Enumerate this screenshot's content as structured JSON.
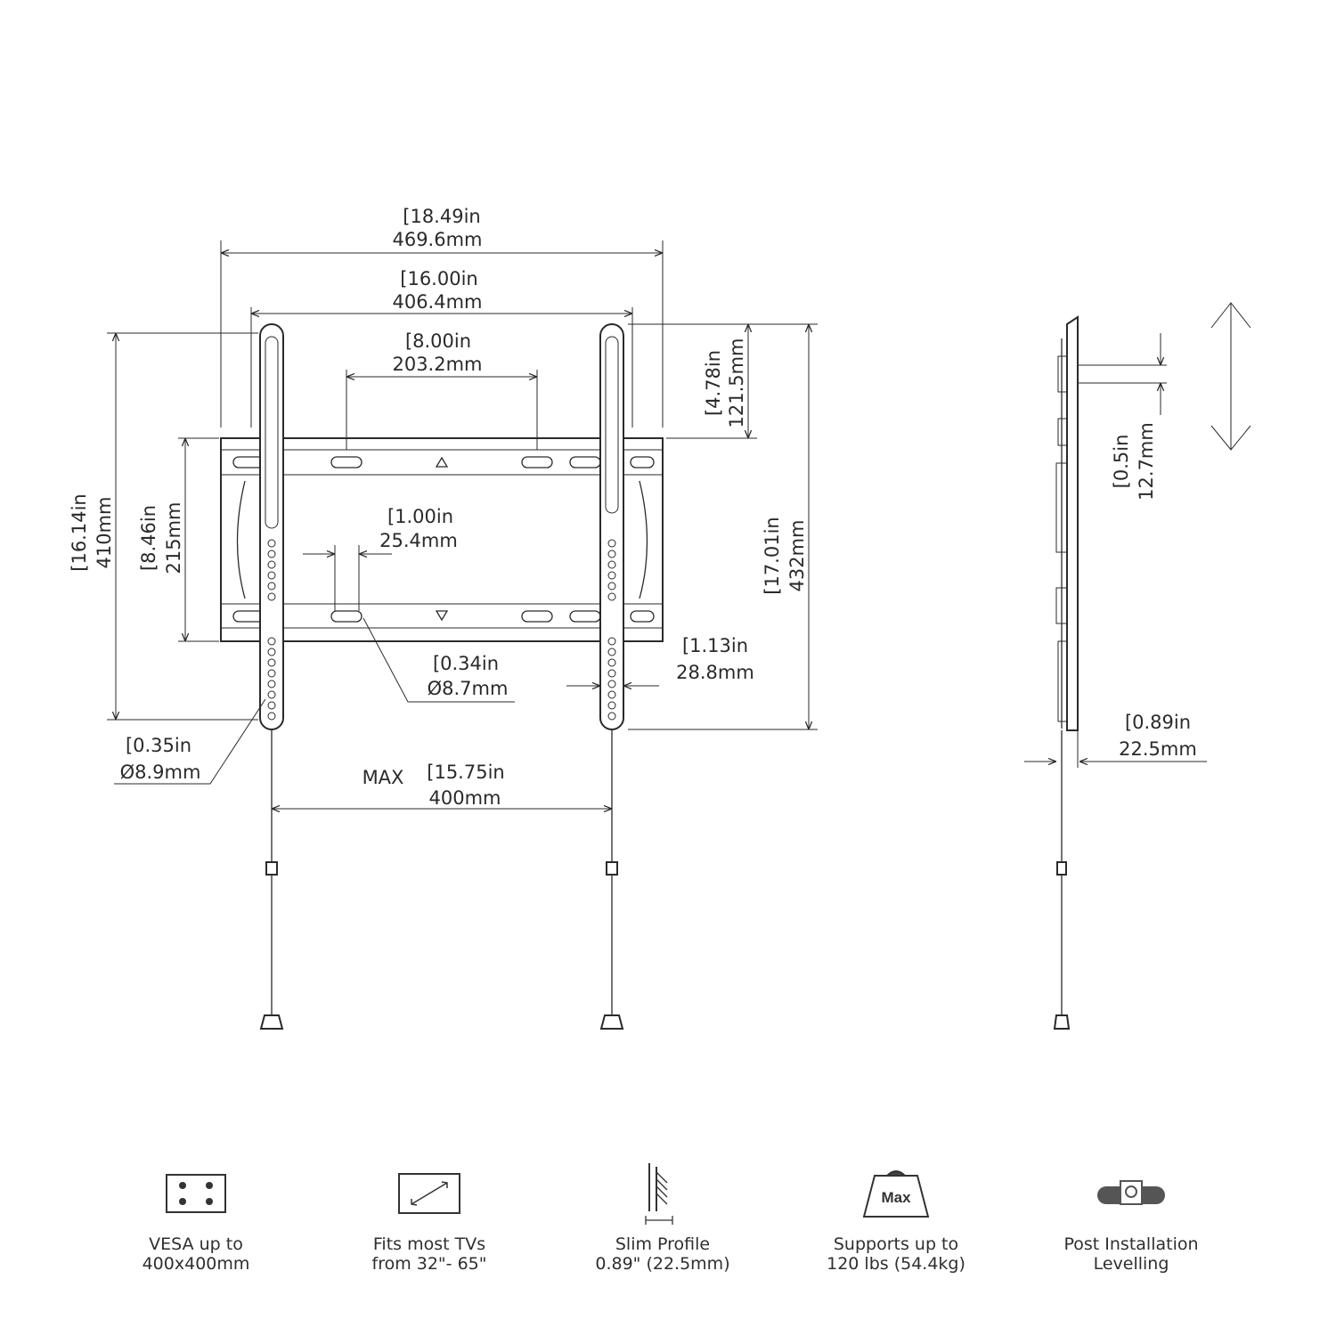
{
  "dimensions": {
    "overall_width": {
      "in": "[18.49in",
      "mm": "469.6mm"
    },
    "slot_outer": {
      "in": "[16.00in",
      "mm": "406.4mm"
    },
    "slot_inner": {
      "in": "[8.00in",
      "mm": "203.2mm"
    },
    "rail_top": {
      "in": "[4.78in",
      "mm": "121.5mm"
    },
    "overall_height": {
      "in": "[16.14in",
      "mm": "410mm"
    },
    "plate_height": {
      "in": "[8.46in",
      "mm": "215mm"
    },
    "slot_spacing": {
      "in": "[1.00in",
      "mm": "25.4mm"
    },
    "rail_height": {
      "in": "[17.01in",
      "mm": "432mm"
    },
    "slot_hole": {
      "in": "[0.34in",
      "mm": "Ø8.7mm"
    },
    "rail_width": {
      "in": "[1.13in",
      "mm": "28.8mm"
    },
    "rail_hole": {
      "in": "[0.35in",
      "mm": "Ø8.9mm"
    },
    "max_span": {
      "prefix": "MAX",
      "in": "[15.75in",
      "mm": "400mm"
    },
    "side_adjust": {
      "in": "[0.5in",
      "mm": "12.7mm"
    },
    "side_depth": {
      "in": "[0.89in",
      "mm": "22.5mm"
    }
  },
  "features": [
    {
      "icon": "vesa-pattern-icon",
      "line1": "VESA up to",
      "line2": "400x400mm"
    },
    {
      "icon": "tv-size-icon",
      "line1": "Fits most TVs",
      "line2": "from 32\"- 65\""
    },
    {
      "icon": "slim-profile-icon",
      "line1": "Slim Profile",
      "line2": "0.89\" (22.5mm)"
    },
    {
      "icon": "max-weight-icon",
      "line1": "Supports up to",
      "line2": "120 lbs (54.4kg)",
      "icon_text": "Max"
    },
    {
      "icon": "level-bubble-icon",
      "line1": "Post Installation",
      "line2": "Levelling"
    }
  ]
}
